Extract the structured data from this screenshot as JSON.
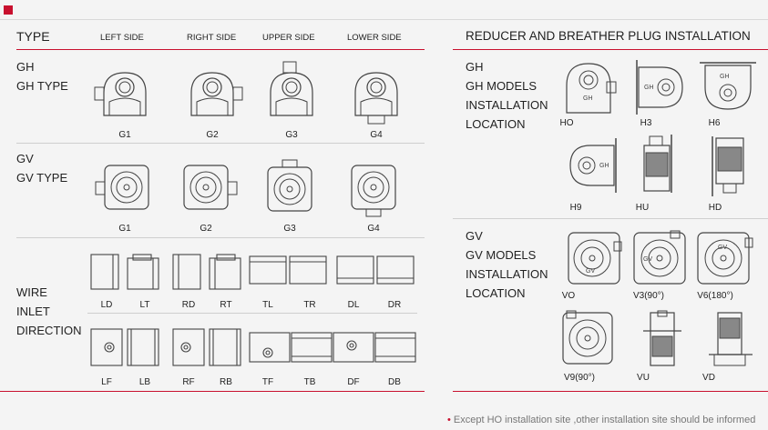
{
  "left": {
    "headers": {
      "type": "TYPE",
      "left_side": "LEFT SIDE",
      "right_side": "RIGHT SIDE",
      "upper_side": "UPPER SIDE",
      "lower_side": "LOWER SIDE"
    },
    "gh": {
      "code": "GH",
      "label": "GH TYPE",
      "captions": [
        "G1",
        "G2",
        "G3",
        "G4"
      ]
    },
    "gv": {
      "code": "GV",
      "label": "GV TYPE",
      "captions": [
        "G1",
        "G2",
        "G3",
        "G4"
      ]
    },
    "wire": {
      "label_lines": [
        "WIRE",
        "INLET",
        "DIRECTION"
      ],
      "row1": [
        "LD",
        "LT",
        "RD",
        "RT",
        "TL",
        "TR",
        "DL",
        "DR"
      ],
      "row2": [
        "LF",
        "LB",
        "RF",
        "RB",
        "TF",
        "TB",
        "DF",
        "DB"
      ]
    }
  },
  "right": {
    "title": "REDUCER AND BREATHER PLUG INSTALLATION",
    "gh": {
      "code": "GH",
      "label_lines": [
        "GH MODELS",
        "INSTALLATION",
        "LOCATION"
      ],
      "captions": [
        "HO",
        "H3",
        "H6",
        "H9",
        "HU",
        "HD"
      ],
      "stamp": "GH"
    },
    "gv": {
      "code": "GV",
      "label_lines": [
        "GV MODELS",
        "INSTALLATION",
        "LOCATION"
      ],
      "captions": [
        "VO",
        "V3(90°)",
        "V6(180°)",
        "V9(90°)",
        "VU",
        "VD"
      ],
      "stamp": "GV"
    }
  },
  "footer": {
    "bullet": "•",
    "note": "Except HO installation site ,other installation site should be informed"
  },
  "colors": {
    "accent": "#c8102e",
    "line": "#cfcfcf",
    "ink": "#444444"
  }
}
